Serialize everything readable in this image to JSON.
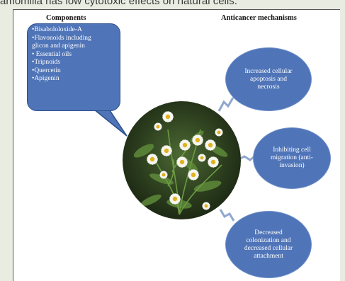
{
  "caption": {
    "text": "amomilla has low cytotoxic effects on natural cells."
  },
  "headings": {
    "components": "Components",
    "mechanisms": "Anticancer mechanisms"
  },
  "components": [
    "•Bisabololoxide-A",
    "•Flavonoids including",
    "glicon and apigenin",
    "• Essential oils",
    "•Tripnoids",
    "•Quercetin",
    "•Apigenin"
  ],
  "mechanisms": [
    "Increased cellular\napoptosis and\nnecrosis",
    "Inhibiting cell\nmigration (anti-\ninvasion)",
    "Decreased\ncolonization and\ndecreased cellular\nattachment"
  ],
  "image": {
    "description_icon": "chamomile-plant-photo"
  },
  "colors": {
    "node_fill": "#4f74b8",
    "node_border": "#2d4f8c",
    "connector": "#8fa7cf",
    "page_bg": "#e9ece1"
  }
}
